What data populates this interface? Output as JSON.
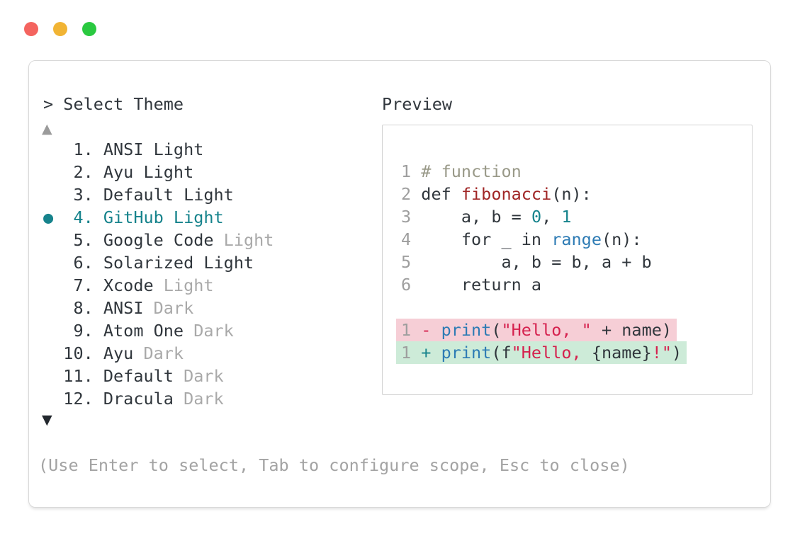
{
  "window_controls": {
    "close_color": "#f4645f",
    "minimize_color": "#f1b434",
    "zoom_color": "#2ac940"
  },
  "picker": {
    "prompt": "> Select Theme",
    "scroll_up_icon": "▲",
    "scroll_down_icon": "▼",
    "selected_bullet_icon": "●",
    "themes": [
      {
        "num": "1.",
        "name": "ANSI",
        "suffix": "Light",
        "suffix_gray": false,
        "selected": false
      },
      {
        "num": "2.",
        "name": "Ayu",
        "suffix": "Light",
        "suffix_gray": false,
        "selected": false
      },
      {
        "num": "3.",
        "name": "Default",
        "suffix": "Light",
        "suffix_gray": false,
        "selected": false
      },
      {
        "num": "4.",
        "name": "GitHub",
        "suffix": "Light",
        "suffix_gray": false,
        "selected": true
      },
      {
        "num": "5.",
        "name": "Google Code",
        "suffix": "Light",
        "suffix_gray": true,
        "selected": false
      },
      {
        "num": "6.",
        "name": "Solarized",
        "suffix": "Light",
        "suffix_gray": false,
        "selected": false
      },
      {
        "num": "7.",
        "name": "Xcode",
        "suffix": "Light",
        "suffix_gray": true,
        "selected": false
      },
      {
        "num": "8.",
        "name": "ANSI",
        "suffix": "Dark",
        "suffix_gray": true,
        "selected": false
      },
      {
        "num": "9.",
        "name": "Atom One",
        "suffix": "Dark",
        "suffix_gray": true,
        "selected": false
      },
      {
        "num": "10.",
        "name": "Ayu",
        "suffix": "Dark",
        "suffix_gray": true,
        "selected": false
      },
      {
        "num": "11.",
        "name": "Default",
        "suffix": "Dark",
        "suffix_gray": true,
        "selected": false
      },
      {
        "num": "12.",
        "name": "Dracula",
        "suffix": "Dark",
        "suffix_gray": true,
        "selected": false
      }
    ],
    "hint": "(Use Enter to select, Tab to configure scope, Esc to close)"
  },
  "preview": {
    "title": "Preview",
    "lines": [
      {
        "num": "1",
        "segs": [
          {
            "t": "# function",
            "c": "comment"
          }
        ]
      },
      {
        "num": "2",
        "segs": [
          {
            "t": "def ",
            "c": "text"
          },
          {
            "t": "fibonacci",
            "c": "func"
          },
          {
            "t": "(n):",
            "c": "text"
          }
        ]
      },
      {
        "num": "3",
        "segs": [
          {
            "t": "    a, b = ",
            "c": "text"
          },
          {
            "t": "0",
            "c": "number"
          },
          {
            "t": ", ",
            "c": "text"
          },
          {
            "t": "1",
            "c": "number"
          }
        ]
      },
      {
        "num": "4",
        "segs": [
          {
            "t": "    for _ in ",
            "c": "text"
          },
          {
            "t": "range",
            "c": "builtin"
          },
          {
            "t": "(n):",
            "c": "text"
          }
        ]
      },
      {
        "num": "5",
        "segs": [
          {
            "t": "        a, b = b, a + b",
            "c": "text"
          }
        ]
      },
      {
        "num": "6",
        "segs": [
          {
            "t": "    return a",
            "c": "text"
          }
        ]
      },
      {
        "blank": true
      },
      {
        "num": "1",
        "diff": "removed",
        "segs": [
          {
            "t": "- ",
            "c": "del"
          },
          {
            "t": "print",
            "c": "builtin"
          },
          {
            "t": "(",
            "c": "text"
          },
          {
            "t": "\"Hello, \"",
            "c": "string"
          },
          {
            "t": " + name)",
            "c": "text"
          }
        ]
      },
      {
        "num": "1",
        "diff": "added",
        "segs": [
          {
            "t": "+ ",
            "c": "ins"
          },
          {
            "t": "print",
            "c": "builtin"
          },
          {
            "t": "(f",
            "c": "text"
          },
          {
            "t": "\"Hello, ",
            "c": "string"
          },
          {
            "t": "{name}",
            "c": "text"
          },
          {
            "t": "!\"",
            "c": "string"
          },
          {
            "t": ")",
            "c": "text"
          }
        ]
      }
    ]
  },
  "colors": {
    "accent_teal": "#16838c",
    "builtin_blue": "#2d7bb4",
    "string_red": "#d5214e",
    "function_red": "#a02626",
    "comment_gray": "#999988",
    "muted_gray": "#a9a9a9",
    "text_dark": "#30363c",
    "removed_bg": "#f6ced6",
    "added_bg": "#cdebd8"
  }
}
